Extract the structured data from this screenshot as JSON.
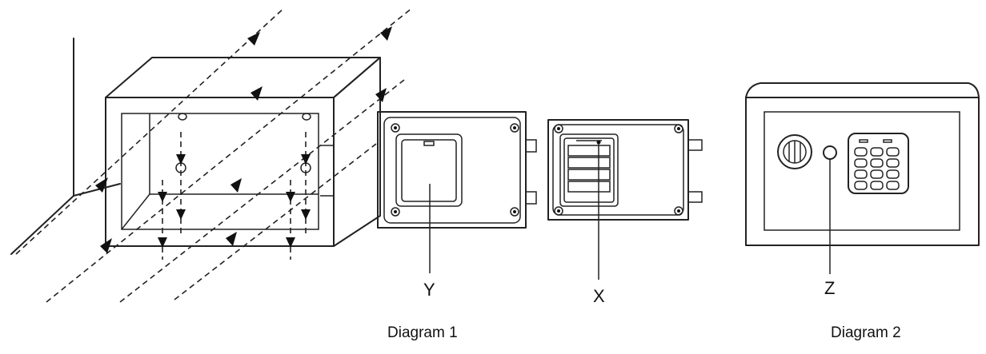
{
  "labels": {
    "y": "Y",
    "x": "X",
    "z": "Z",
    "diagram1": "Diagram 1",
    "diagram2": "Diagram 2"
  },
  "icons": [
    "safe-body-icon",
    "safe-door-inner-icon",
    "safe-door-battery-icon",
    "safe-front-icon",
    "combination-knob-icon",
    "keypad-icon",
    "keyhole-icon"
  ],
  "colors": {
    "line": "#222222",
    "background": "#ffffff"
  }
}
